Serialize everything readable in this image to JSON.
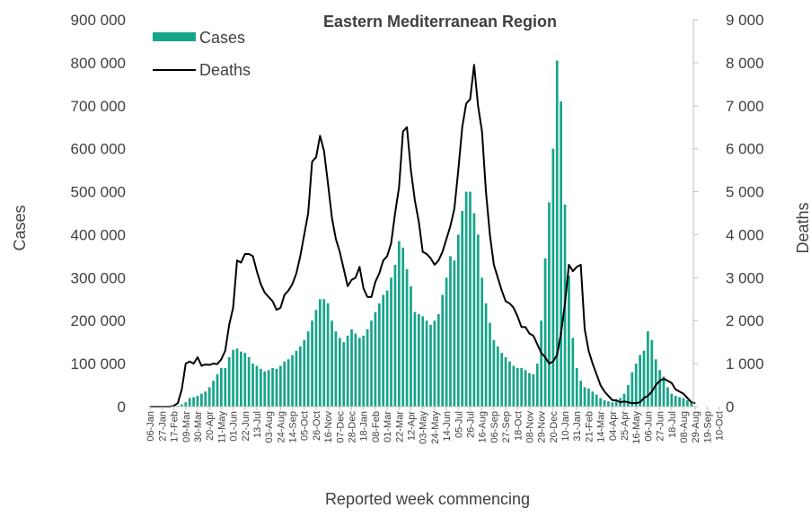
{
  "chart_data": {
    "type": "bar+line",
    "title": "Eastern Mediterranean Region",
    "xlabel": "Reported week commencing",
    "ylabel": "Cases",
    "y2label": "Deaths",
    "ylim": [
      0,
      900000
    ],
    "y2lim": [
      0,
      9000
    ],
    "yticks": [
      "0",
      "100 000",
      "200 000",
      "300 000",
      "400 000",
      "500 000",
      "600 000",
      "700 000",
      "800 000",
      "900 000"
    ],
    "y2ticks": [
      "0",
      "1 000",
      "2 000",
      "3 000",
      "4 000",
      "5 000",
      "6 000",
      "7 000",
      "8 000",
      "9 000"
    ],
    "x_labels": [
      "06-Jan",
      "27-Jan",
      "17-Feb",
      "09-Mar",
      "30-Mar",
      "20-Apr",
      "11-May",
      "01-Jun",
      "22-Jun",
      "13-Jul",
      "03-Aug",
      "24-Aug",
      "14-Sep",
      "05-Oct",
      "26-Oct",
      "16-Nov",
      "07-Dec",
      "28-Dec",
      "18-Jan",
      "08-Feb",
      "01-Mar",
      "22-Mar",
      "12-Apr",
      "03-May",
      "24-May",
      "14-Jun",
      "05-Jul",
      "26-Jul",
      "16-Aug",
      "06-Sep",
      "27-Sep",
      "18-Oct",
      "08-Nov",
      "29-Nov",
      "20-Dec",
      "10-Jan",
      "31-Jan",
      "21-Feb",
      "14-Mar",
      "04-Apr",
      "25-Apr",
      "16-May",
      "06-Jun",
      "27-Jun",
      "18-Jul",
      "08-Aug",
      "29-Aug",
      "19-Sep",
      "10-Oct"
    ],
    "legend": {
      "placement": "top-left",
      "cases_label": "Cases",
      "deaths_label": "Deaths"
    },
    "series": [
      {
        "name": "Cases",
        "kind": "bar",
        "color": "#17A589",
        "values": [
          0,
          0,
          0,
          0,
          0,
          0,
          500,
          2000,
          5000,
          10000,
          20000,
          22000,
          25000,
          30000,
          35000,
          45000,
          60000,
          75000,
          90000,
          90000,
          115000,
          132000,
          135000,
          128000,
          125000,
          115000,
          100000,
          95000,
          88000,
          82000,
          85000,
          90000,
          88000,
          95000,
          105000,
          110000,
          120000,
          130000,
          140000,
          155000,
          175000,
          200000,
          225000,
          250000,
          250000,
          240000,
          200000,
          175000,
          160000,
          150000,
          165000,
          180000,
          170000,
          160000,
          165000,
          180000,
          200000,
          220000,
          240000,
          260000,
          270000,
          300000,
          330000,
          385000,
          370000,
          320000,
          280000,
          220000,
          215000,
          210000,
          200000,
          190000,
          200000,
          215000,
          260000,
          300000,
          350000,
          340000,
          400000,
          455000,
          500000,
          500000,
          450000,
          400000,
          300000,
          240000,
          195000,
          155000,
          140000,
          125000,
          115000,
          105000,
          95000,
          90000,
          90000,
          85000,
          78000,
          75000,
          100000,
          200000,
          345000,
          475000,
          600000,
          805000,
          710000,
          470000,
          305000,
          160000,
          90000,
          60000,
          45000,
          42000,
          35000,
          28000,
          20000,
          15000,
          12000,
          10000,
          13000,
          20000,
          30000,
          50000,
          80000,
          100000,
          120000,
          130000,
          175000,
          155000,
          110000,
          85000,
          70000,
          45000,
          30000,
          25000,
          22000,
          20000,
          15000,
          10000
        ]
      },
      {
        "name": "Deaths",
        "kind": "line",
        "color": "#000000",
        "values": [
          0,
          0,
          0,
          0,
          0,
          0,
          20,
          80,
          400,
          1000,
          1050,
          1000,
          1150,
          950,
          980,
          970,
          1000,
          990,
          1100,
          1300,
          1900,
          2300,
          3400,
          3350,
          3550,
          3550,
          3500,
          3150,
          2850,
          2650,
          2550,
          2450,
          2250,
          2300,
          2600,
          2700,
          2850,
          3100,
          3500,
          4000,
          4500,
          5700,
          5800,
          6300,
          5950,
          5200,
          4400,
          3900,
          3600,
          3200,
          2800,
          2950,
          3000,
          3250,
          2750,
          2550,
          2550,
          2900,
          3100,
          3400,
          3500,
          3800,
          4500,
          5100,
          6400,
          6500,
          5500,
          4800,
          4300,
          3600,
          3550,
          3450,
          3300,
          3400,
          3600,
          3900,
          4200,
          4600,
          5500,
          6500,
          7050,
          7150,
          7950,
          7000,
          6400,
          5000,
          4000,
          3300,
          3000,
          2700,
          2450,
          2400,
          2300,
          2100,
          1850,
          1850,
          1700,
          1650,
          1450,
          1250,
          1150,
          1000,
          1050,
          1200,
          1700,
          2400,
          3300,
          3150,
          3250,
          3300,
          1800,
          1300,
          1000,
          750,
          500,
          350,
          250,
          150,
          150,
          100,
          120,
          100,
          80,
          80,
          100,
          200,
          250,
          350,
          500,
          600,
          650,
          600,
          550,
          400,
          350,
          300,
          200,
          100,
          80
        ]
      }
    ]
  }
}
